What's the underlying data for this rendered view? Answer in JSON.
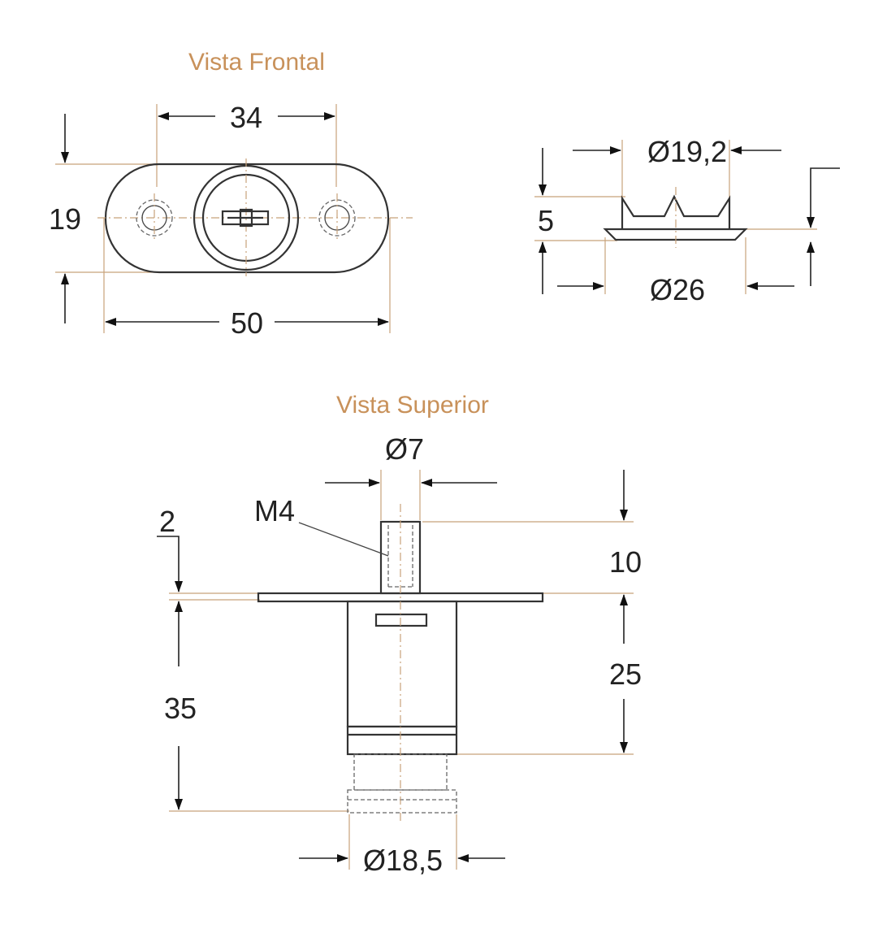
{
  "views": {
    "front_title": "Vista Frontal",
    "top_title": "Vista Superior"
  },
  "dimensions": {
    "width_34": "34",
    "height_19": "19",
    "width_50": "50",
    "diameter_19_2": "Ø19,2",
    "height_5": "5",
    "diameter_26": "Ø26",
    "diameter_7": "Ø7",
    "thread_m4": "M4",
    "gap_2": "2",
    "length_10": "10",
    "length_25": "25",
    "length_35": "35",
    "diameter_18_5": "Ø18,5"
  }
}
